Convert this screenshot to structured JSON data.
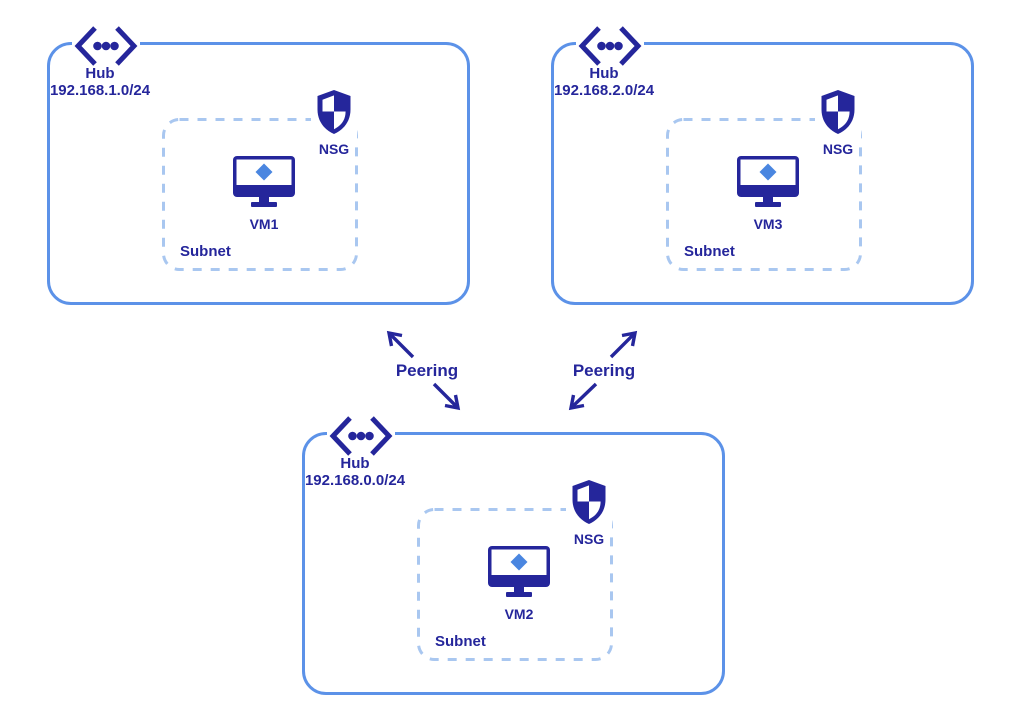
{
  "diagram": {
    "colors": {
      "navy": "#25269B",
      "vnet_border": "#5C92E8",
      "subnet_border": "#A9C7F0",
      "accent": "#4A86E0",
      "bg": "#FFFFFF"
    },
    "vnets": [
      {
        "hub_label": "Hub",
        "cidr": "192.168.1.0/24",
        "subnet_label": "Subnet",
        "nsg_label": "NSG",
        "vm_label": "VM1"
      },
      {
        "hub_label": "Hub",
        "cidr": "192.168.2.0/24",
        "subnet_label": "Subnet",
        "nsg_label": "NSG",
        "vm_label": "VM3"
      },
      {
        "hub_label": "Hub",
        "cidr": "192.168.0.0/24",
        "subnet_label": "Subnet",
        "nsg_label": "NSG",
        "vm_label": "VM2"
      }
    ],
    "peerings": [
      {
        "label": "Peering"
      },
      {
        "label": "Peering"
      }
    ]
  }
}
